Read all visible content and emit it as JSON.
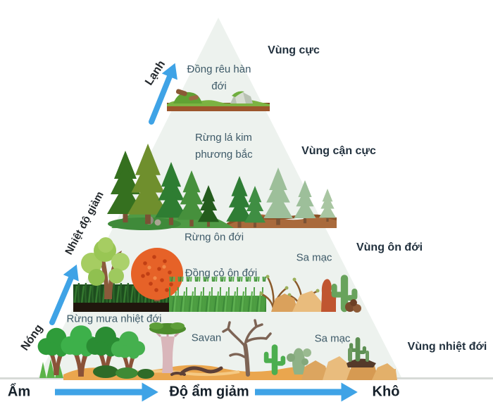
{
  "diagram": {
    "type": "biome-pyramid"
  },
  "colors": {
    "arrow_blue": "#3fa3e6",
    "pyramid_fill": "#edf2ee",
    "baseline_gray": "#d7dad7",
    "biome_text": "#3e5a68",
    "zone_text": "#22313e",
    "axis_text": "#16212b"
  },
  "axes": {
    "temperature": {
      "start": "Nóng",
      "label": "Nhiệt độ giảm",
      "end": "Lạnh"
    },
    "humidity": {
      "start": "Ẩm",
      "label": "Độ ẩm giảm",
      "end": "Khô"
    }
  },
  "zones": [
    {
      "name": "Vùng cực"
    },
    {
      "name": "Vùng cận cực"
    },
    {
      "name": "Vùng ôn đới"
    },
    {
      "name": "Vùng nhiệt đới"
    }
  ],
  "biomes": [
    {
      "name": "Đồng rêu hàn đới",
      "zone": "Vùng cực"
    },
    {
      "name": "Rừng lá kim phương bắc",
      "zone": "Vùng cận cực"
    },
    {
      "name": "Rừng ôn đới",
      "zone": "Vùng ôn đới"
    },
    {
      "name": "Đồng cỏ ôn đới",
      "zone": "Vùng ôn đới"
    },
    {
      "name": "Sa mạc",
      "zone": "Vùng ôn đới"
    },
    {
      "name": "Rừng mưa nhiệt đới",
      "zone": "Vùng nhiệt đới"
    },
    {
      "name": "Savan",
      "zone": "Vùng nhiệt đới"
    },
    {
      "name": "Sa mạc",
      "zone": "Vùng nhiệt đới"
    }
  ]
}
